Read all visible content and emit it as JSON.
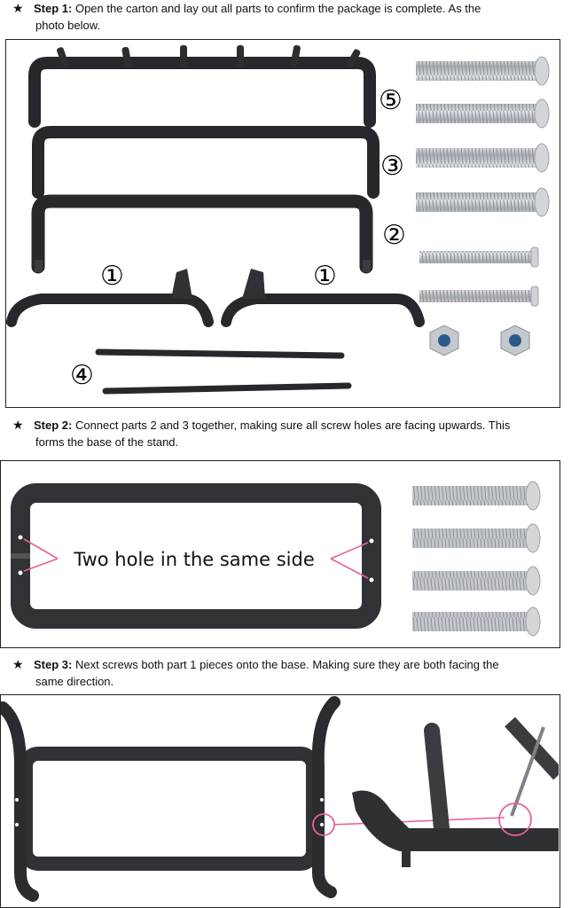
{
  "steps": [
    {
      "marker": "★",
      "label": "Step 1:",
      "text_line1": " Open the carton and lay out all parts to confirm the package is complete. As the",
      "text_line2": "photo below."
    },
    {
      "marker": "★",
      "label": "Step 2:",
      "text_line1": " Connect parts 2 and 3 together, making sure all screw holes are facing upwards. This",
      "text_line2": "forms the base of the stand."
    },
    {
      "marker": "★",
      "label": "Step 3:",
      "text_line1": " Next screws both part 1 pieces onto the base. Making sure they are both facing the",
      "text_line2": "same direction."
    }
  ],
  "photo1": {
    "part_labels": {
      "p5": "⑤",
      "p3": "③",
      "p2": "②",
      "p1a": "①",
      "p1b": "①",
      "p4": "④"
    }
  },
  "photo2": {
    "annotation": "Two hole in the same side"
  },
  "colors": {
    "frame": "#2e3033",
    "screw": "#c9cdd1",
    "highlight": "#e8609a"
  }
}
